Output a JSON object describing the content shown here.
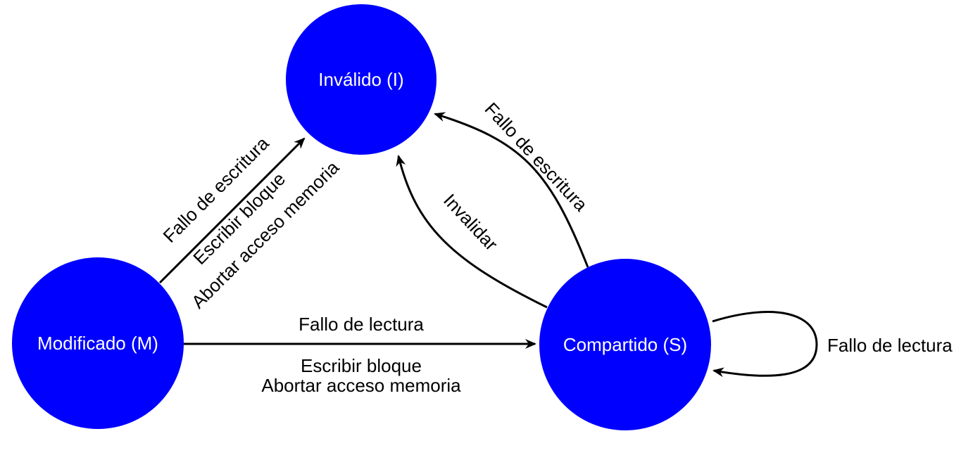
{
  "colors": {
    "node_fill": "#0000ff",
    "node_text": "#ffffff",
    "edge": "#000000",
    "background": "#ffffff"
  },
  "nodes": {
    "invalid": "Inválido (I)",
    "modified": "Modificado (M)",
    "shared": "Compartido (S)"
  },
  "edges": {
    "m_to_i_top": "Fallo de escritura",
    "m_to_i_mid": "Escribir bloque",
    "m_to_i_bottom": "Abortar acceso memoria",
    "s_to_i_outer": "Fallo de escritura",
    "s_to_i_inner": "Invalidar",
    "m_to_s_top": "Fallo de lectura",
    "m_to_s_bottom_1": "Escribir bloque",
    "m_to_s_bottom_2": "Abortar acceso memoria",
    "s_self_loop": "Fallo de lectura"
  }
}
